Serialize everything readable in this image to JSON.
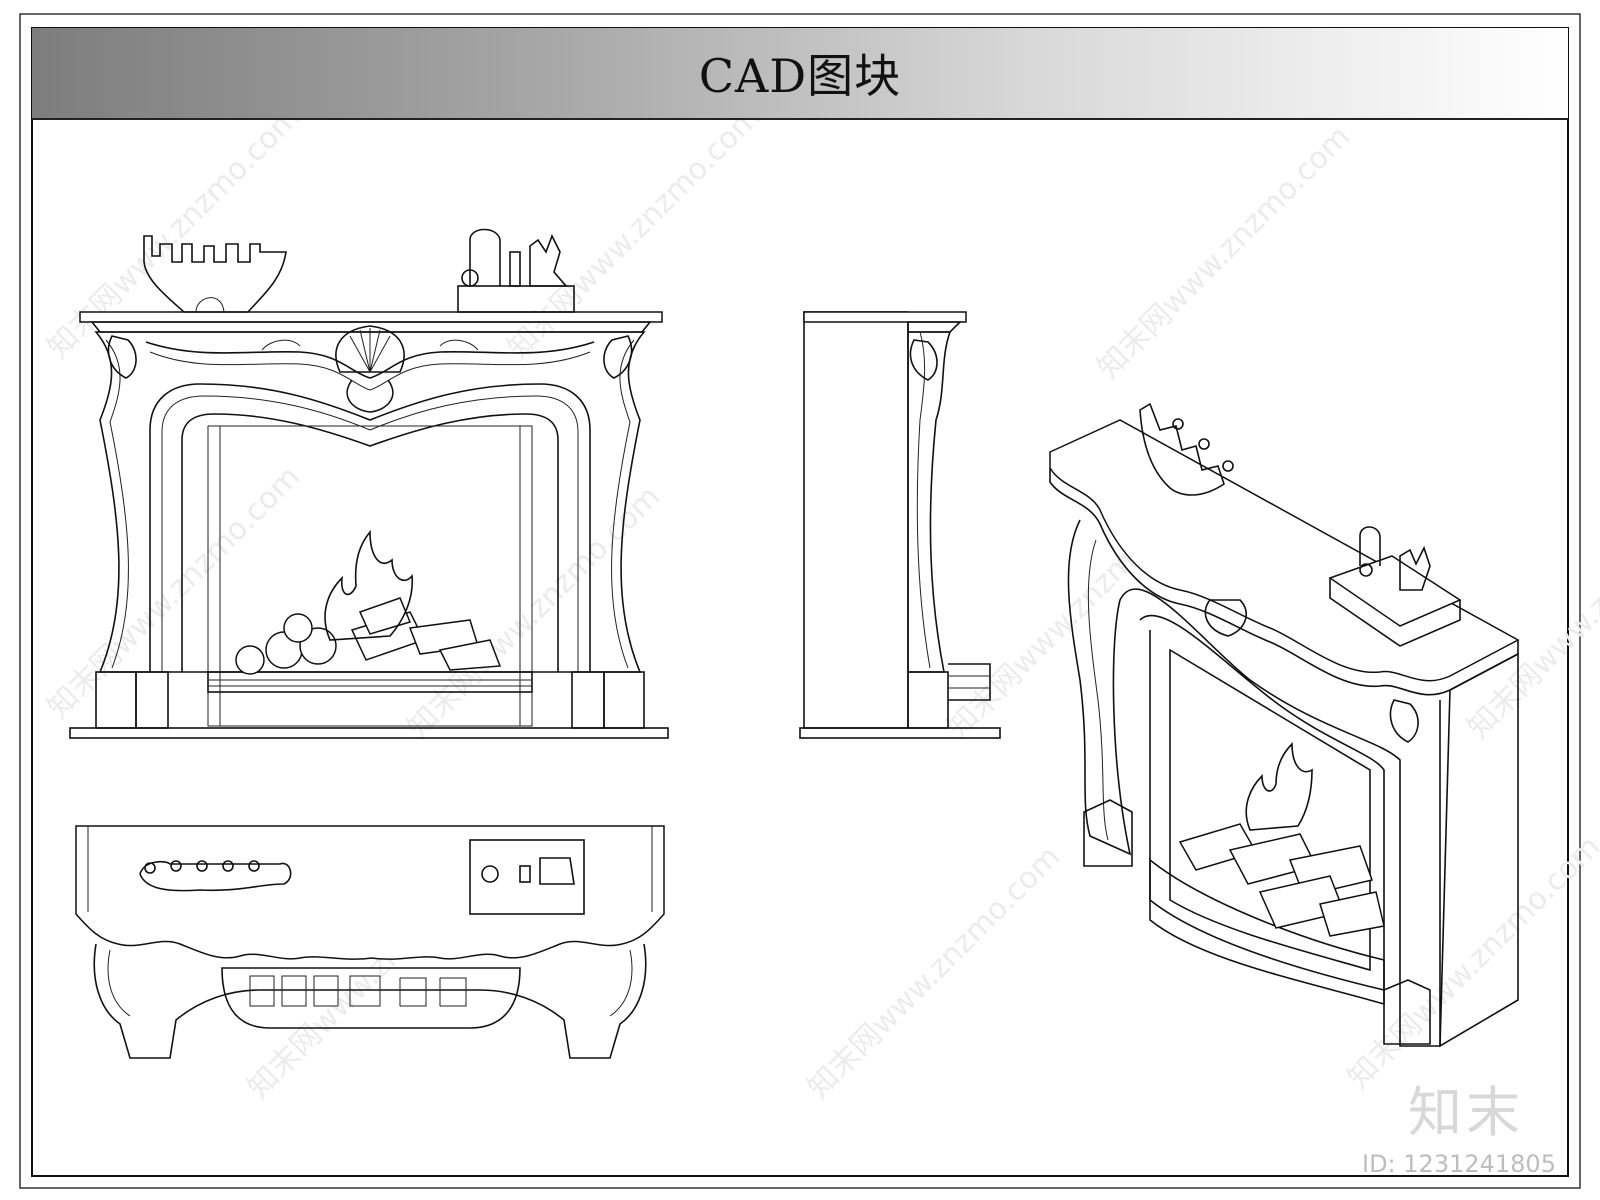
{
  "title": "CAD图块",
  "brand": "知末",
  "id_label": "ID: 1231241805",
  "watermark_text": "知末网www.znzmo.com",
  "views": [
    {
      "name": "front-elevation"
    },
    {
      "name": "side-elevation"
    },
    {
      "name": "plan-view"
    },
    {
      "name": "isometric-view"
    }
  ],
  "colors": {
    "line": "#111111",
    "title_bar_dark": "#7d7d7d",
    "title_bar_light": "#ffffff",
    "watermark": "#ececec"
  }
}
